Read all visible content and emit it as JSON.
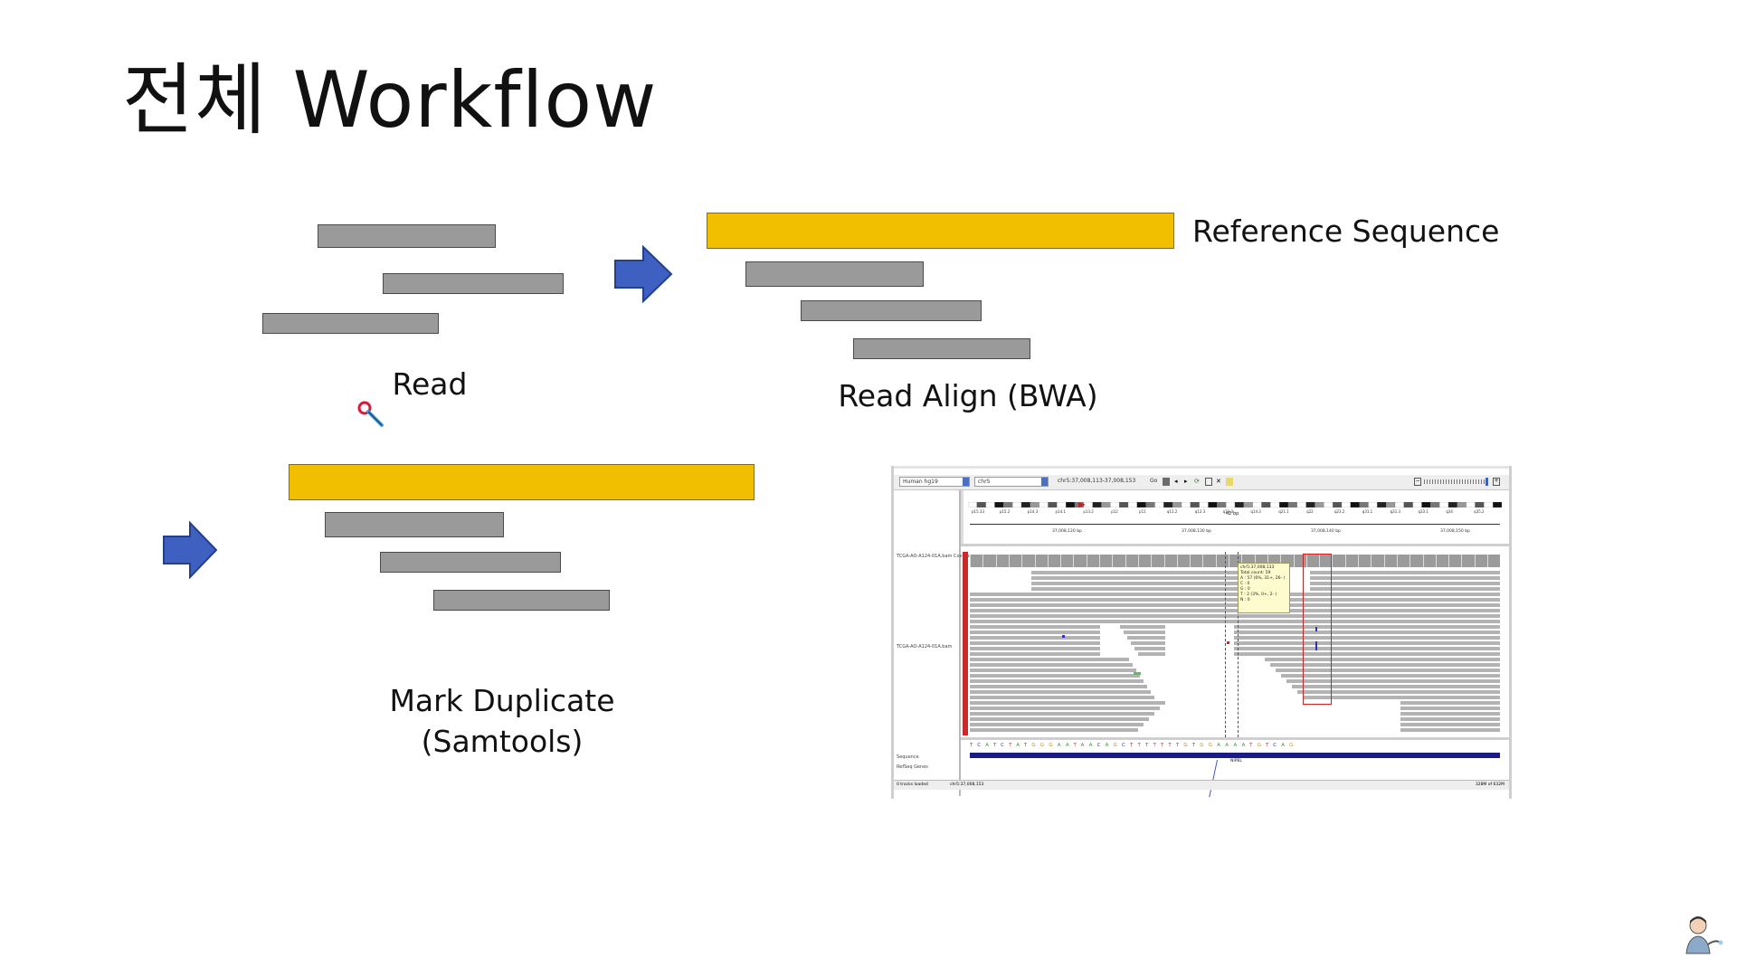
{
  "slide": {
    "title": "전체 Workflow",
    "labels": {
      "read": "Read",
      "reference_sequence": "Reference Sequence",
      "read_align": "Read Align (BWA)",
      "mark_duplicate_line1": "Mark Duplicate",
      "mark_duplicate_line2": "(Samtools)"
    },
    "colors": {
      "reference_bar": "#f2bf00",
      "read_bar": "#9a9a9a",
      "arrow": "#3e61c1"
    },
    "icons": {
      "arrow": "right-arrow-icon",
      "presenter": "presenter-avatar-icon",
      "cursor": "magnifier-cursor-icon"
    }
  },
  "igv": {
    "genome": "Human hg19",
    "chromosome": "chr5",
    "locus": "chr5:37,008,113-37,008,153",
    "go_label": "Go",
    "span": "42 bp",
    "ticks": [
      "37,008,120 bp",
      "37,008,130 bp",
      "37,008,140 bp",
      "37,008,150 bp"
    ],
    "ideogram_bands": [
      "p15.33",
      "p15.2",
      "p14.3",
      "p14.1",
      "p13.2",
      "p12",
      "p11",
      "q11.2",
      "q12.3",
      "q13.3",
      "q14.3",
      "q21.1",
      "q22",
      "q23.2",
      "q31.1",
      "q31.3",
      "q33.1",
      "q34",
      "q35.2"
    ],
    "tracks": [
      "TCGA-AO-A124-01A.bam Coverage",
      "TCGA-AO-A124-01A.bam",
      "Sequence",
      "RefSeq Genes"
    ],
    "tooltip": [
      "chr5:37,008,133",
      "Total count: 59",
      "A : 57 (6%, 31+, 26- )",
      "C : 0",
      "G : 0",
      "T : 2 (3%, 0+, 2- )",
      "N : 0"
    ],
    "sequence": "TCATCTATGGGAATAACAGCTTTTTTTGTGGAAAATGTCAG",
    "gene": "NIPBL",
    "status": [
      "0 tracks loaded",
      "chr5:37,008,153",
      "328M of 632M"
    ]
  }
}
